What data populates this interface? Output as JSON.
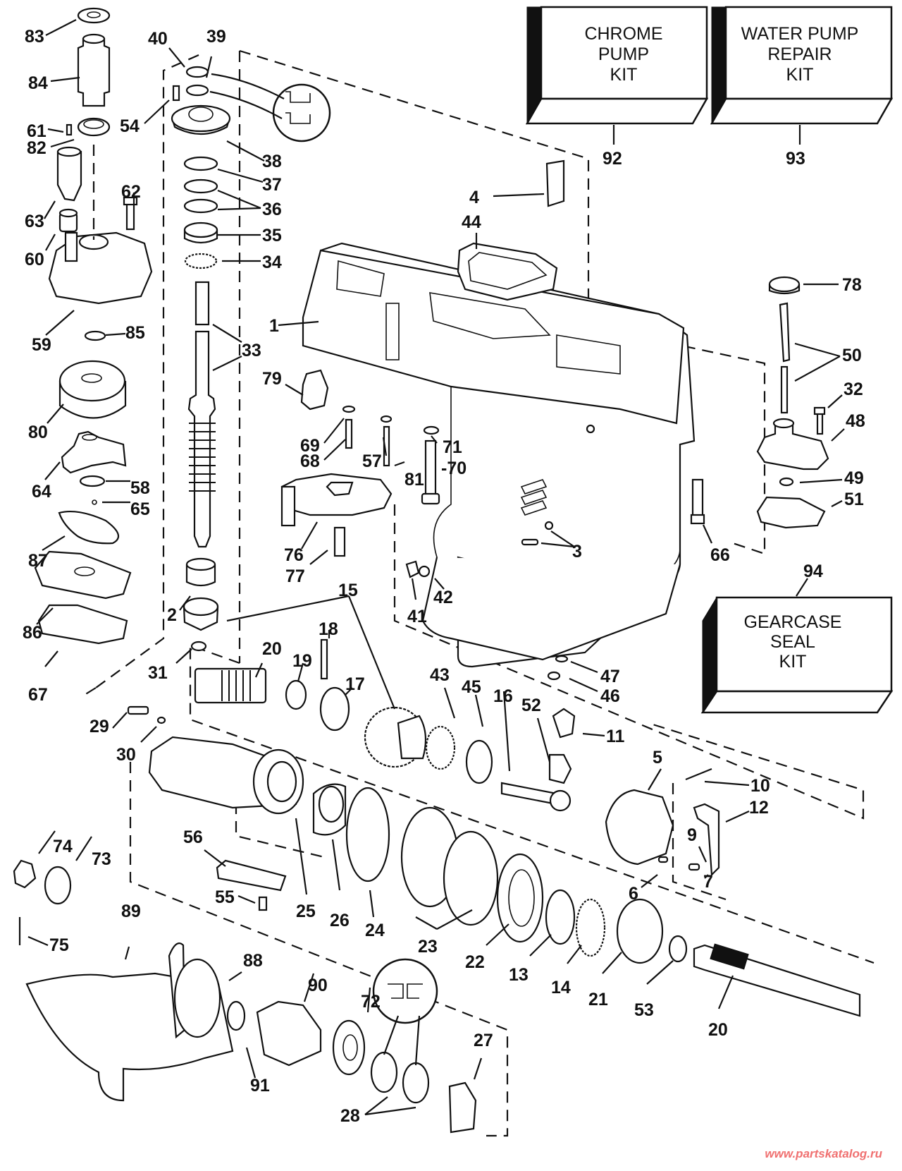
{
  "diagram": {
    "title": "Gearcase exploded parts diagram",
    "kits": [
      {
        "id": "92",
        "lines": [
          "CHROME",
          "PUMP",
          "KIT"
        ]
      },
      {
        "id": "93",
        "lines": [
          "WATER PUMP",
          "REPAIR",
          "KIT"
        ]
      },
      {
        "id": "94",
        "lines": [
          "GEARCASE",
          "SEAL",
          "KIT"
        ]
      }
    ],
    "callouts": {
      "c83": "83",
      "c84": "84",
      "c61": "61",
      "c82": "82",
      "c63": "63",
      "c60": "60",
      "c62": "62",
      "c59": "59",
      "c85": "85",
      "c80": "80",
      "c64": "64",
      "c58": "58",
      "c65": "65",
      "c87": "87",
      "c86": "86",
      "c67": "67",
      "c40": "40",
      "c39": "39",
      "c54": "54",
      "c38": "38",
      "c37": "37",
      "c36": "36",
      "c35": "35",
      "c34": "34",
      "c33": "33",
      "c2": "2",
      "c31": "31",
      "c15": "15",
      "c20a": "20",
      "c19": "19",
      "c18": "18",
      "c17": "17",
      "c29": "29",
      "c30": "30",
      "c1": "1",
      "c79": "79",
      "c69": "69",
      "c68": "68",
      "c57": "57",
      "c81": "81",
      "c71": "71",
      "c70": "-70",
      "c76": "76",
      "c77": "77",
      "c41": "41",
      "c42": "42",
      "c3": "3",
      "c4": "4",
      "c44": "44",
      "c92": "92",
      "c93": "93",
      "c94": "94",
      "c78": "78",
      "c50": "50",
      "c32": "32",
      "c48": "48",
      "c49": "49",
      "c51": "51",
      "c66": "66",
      "c47": "47",
      "c46": "46",
      "c43": "43",
      "c45": "45",
      "c16": "16",
      "c52": "52",
      "c11": "11",
      "c5": "5",
      "c10": "10",
      "c12": "12",
      "c9": "9",
      "c7": "7",
      "c6": "6",
      "c56": "56",
      "c25": "25",
      "c26": "26",
      "c24": "24",
      "c23": "23",
      "c22": "22",
      "c13": "13",
      "c14": "14",
      "c21": "21",
      "c53": "53",
      "c20b": "20",
      "c55": "55",
      "c74": "74",
      "c73": "73",
      "c75": "75",
      "c89": "89",
      "c88": "88",
      "c90": "90",
      "c91": "91",
      "c72": "72",
      "c27": "27",
      "c28": "28"
    }
  },
  "watermark": "www.partskatalog.ru"
}
